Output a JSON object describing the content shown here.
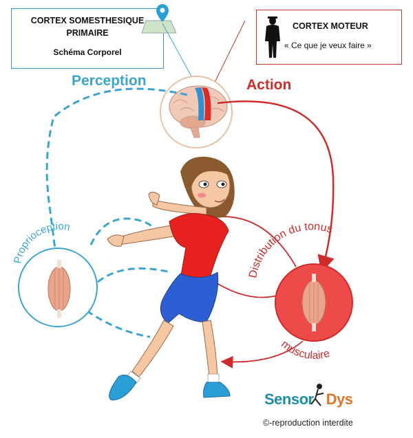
{
  "somatosensory_box": {
    "line1": "CORTEX SOMESTHESIQUE",
    "line2": "PRIMAIRE",
    "line3": "Schéma Corporel"
  },
  "motor_box": {
    "title": "CORTEX MOTEUR",
    "quote": "« Ce que je veux faire »"
  },
  "labels": {
    "perception": "Perception",
    "action": "Action",
    "proprioception": "Proprioception",
    "distribution": "Distribution du tonus",
    "musculaire": "musculaire"
  },
  "brand": {
    "part1": "Sensor",
    "part2": "Dys",
    "copyright": "©-reproduction interdite"
  },
  "colors": {
    "blue": "#3ba4d3",
    "red": "#d02a2a",
    "skin": "#f5c7a3",
    "shirt": "#e8231f",
    "shorts": "#2b5fd3"
  }
}
